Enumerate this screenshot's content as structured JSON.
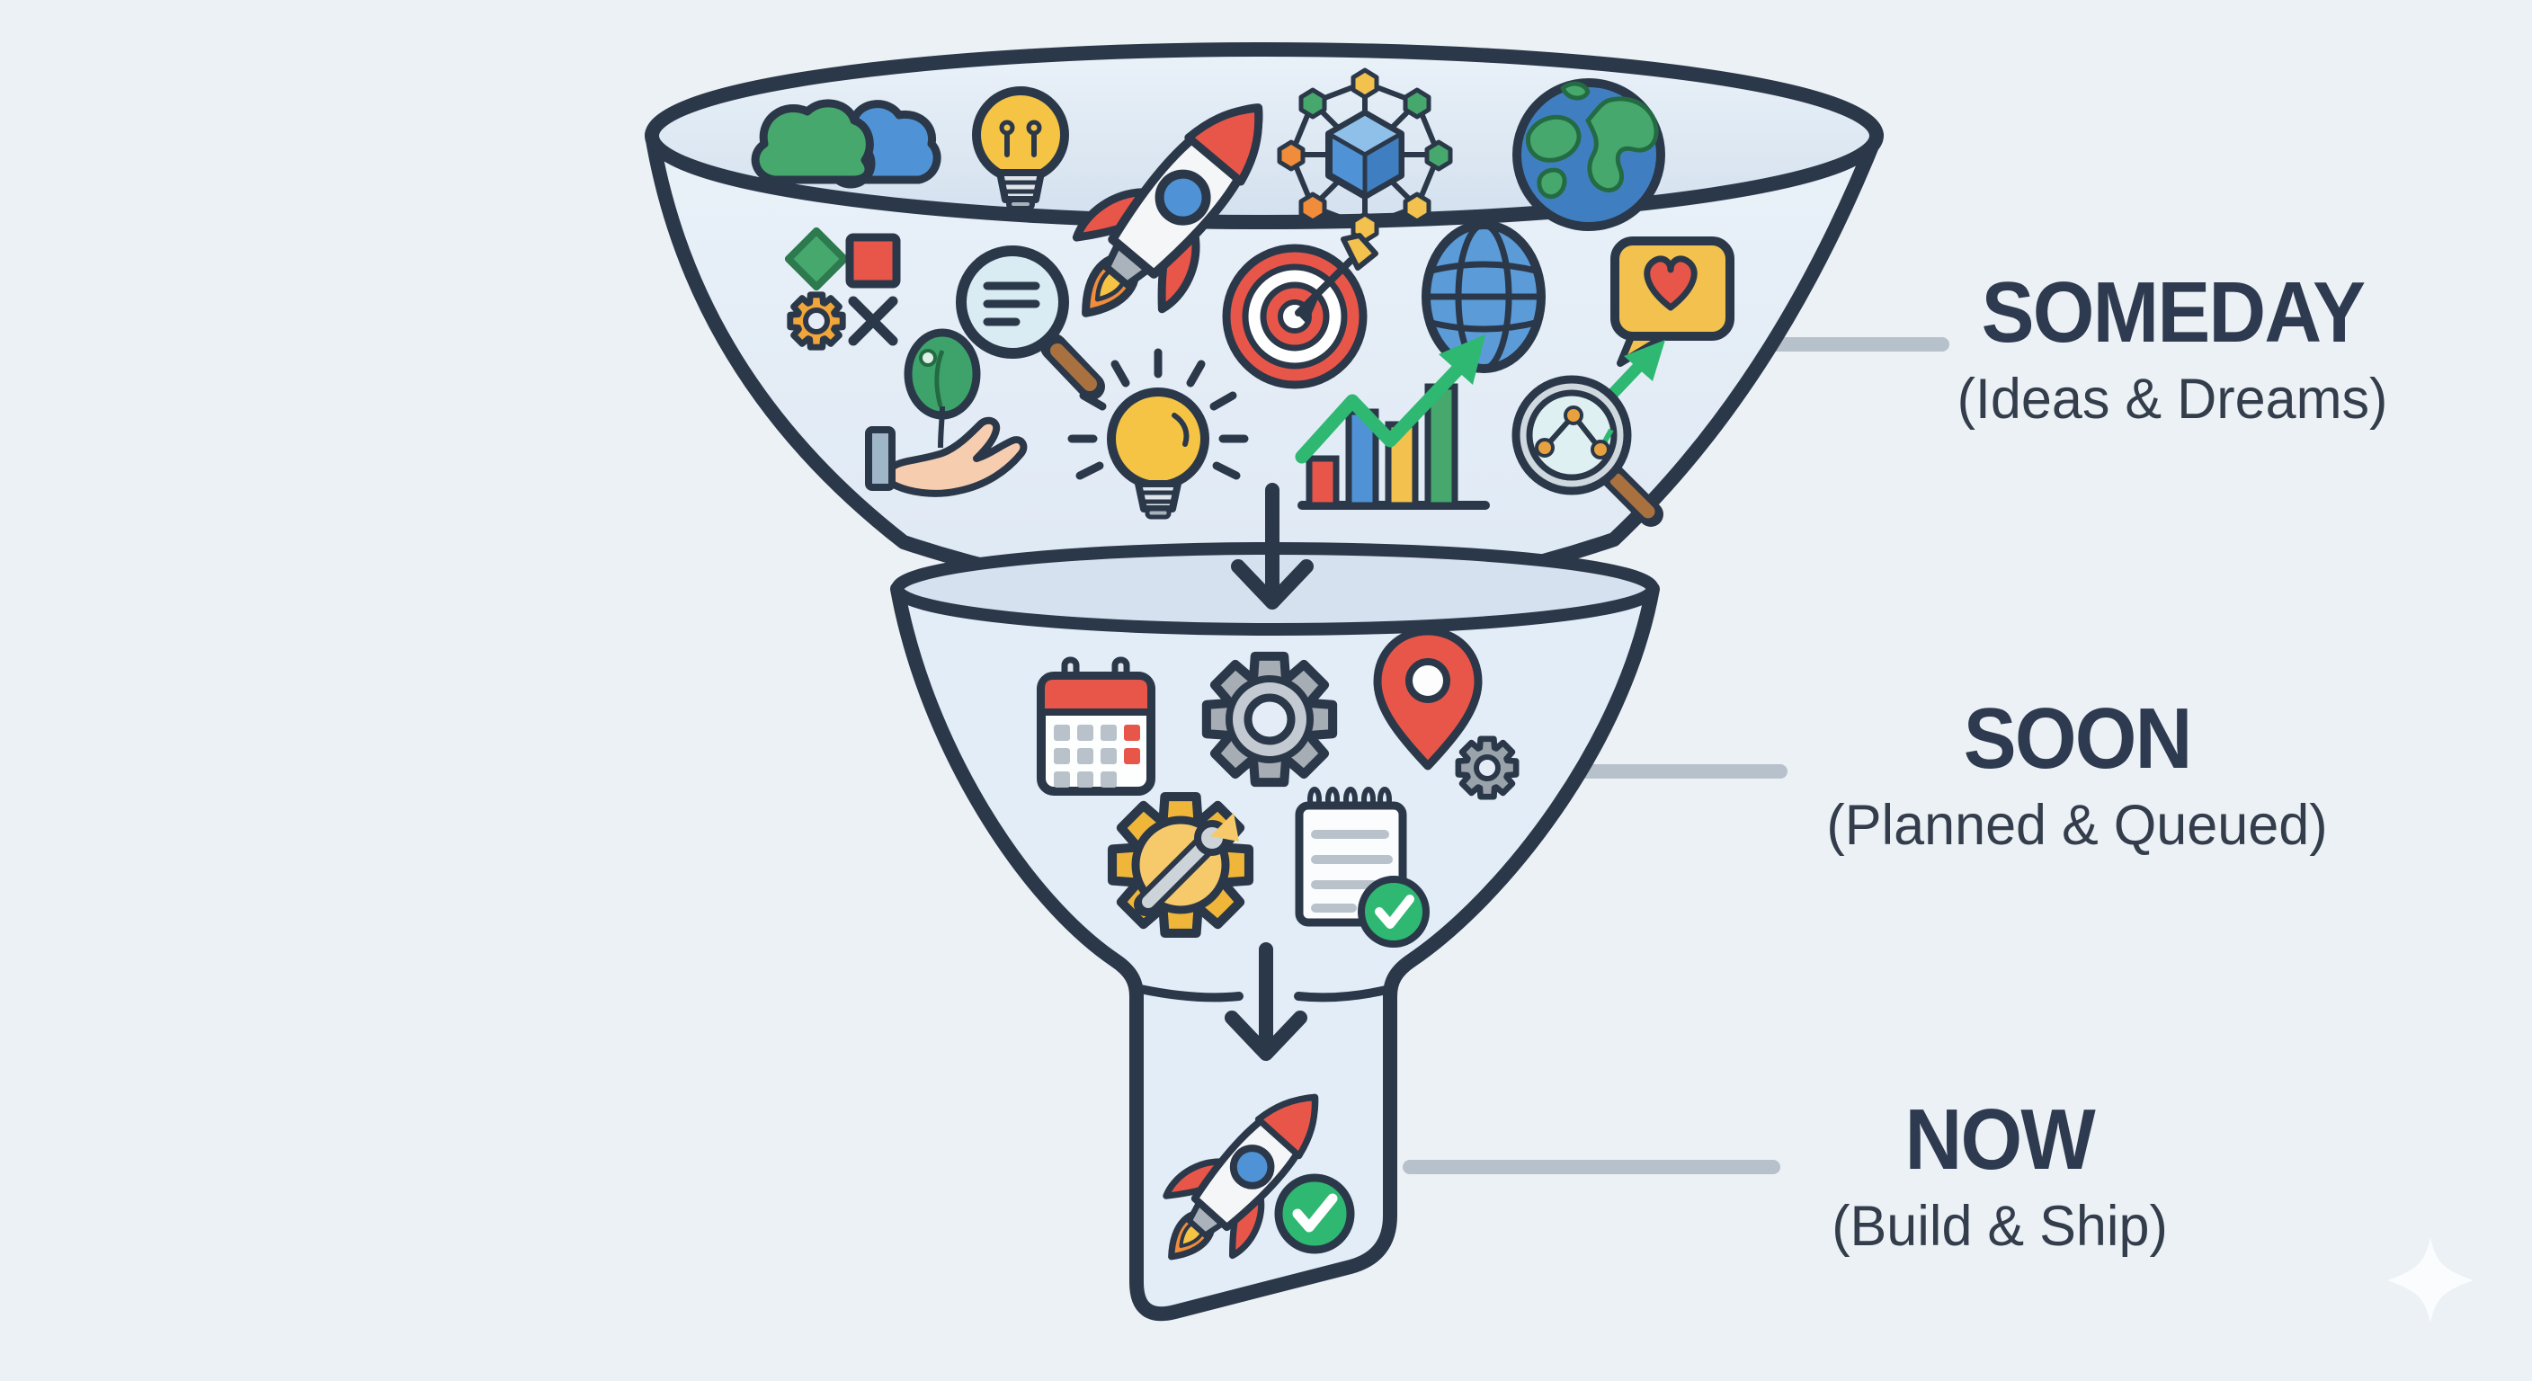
{
  "stages": [
    {
      "id": "someday",
      "title": "SOMEDAY",
      "subtitle": "(Ideas & Dreams)",
      "icons": [
        "cloud-idea",
        "lightbulb",
        "rocket",
        "ai-network-cube",
        "earth-globe",
        "shapes-set",
        "search-document",
        "target-dart",
        "globe-grid",
        "heart-message",
        "hand-plant",
        "idea-bulb-rays",
        "growth-bar-chart",
        "analytics-magnifier"
      ]
    },
    {
      "id": "soon",
      "title": "SOON",
      "subtitle": "(Planned & Queued)",
      "icons": [
        "calendar",
        "gear",
        "location-pin-gear",
        "wrench-gear",
        "checklist-done"
      ]
    },
    {
      "id": "now",
      "title": "NOW",
      "subtitle": "(Build & Ship)",
      "icons": [
        "rocket-launch-approved"
      ]
    }
  ],
  "flow_arrows": 2,
  "watermark": "four-point-star-sparkle",
  "colors": {
    "background": "#ecf1f5",
    "funnel_fill": "#e3edf7",
    "funnel_face": "#d5e1ee",
    "outline": "#2b3849",
    "label_text": "#2e3a50",
    "subtitle_text": "#333d4b",
    "connector": "#b7c1cb",
    "red": "#e8564a",
    "yellow": "#f4c445",
    "orange": "#f08c3a",
    "green": "#2eb872",
    "leaf_green": "#46a86c",
    "blue": "#4f93d6",
    "gray": "#a6adb4",
    "brown": "#a9713f",
    "white": "#fdfefe"
  }
}
